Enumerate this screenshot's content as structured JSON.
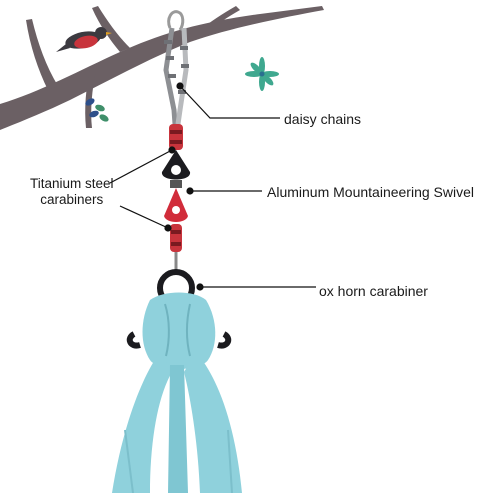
{
  "labels": {
    "daisy_chains": "daisy chains",
    "swivel": "Aluminum Mountaineering Swivel",
    "titanium_line1": "Titanium steel",
    "titanium_line2": "carabiners",
    "ox_horn": "ox horn carabiner"
  },
  "colors": {
    "branch": "#6b6064",
    "bird_red": "#c8343c",
    "hardware_black": "#1b1b1f",
    "swivel_red": "#d12c3a",
    "fabric": "#8fd1dc",
    "leader_line": "#111111"
  },
  "icons": {
    "bird": "bird-icon",
    "flower": "flower-icon",
    "leaves": "leaves-icon"
  }
}
